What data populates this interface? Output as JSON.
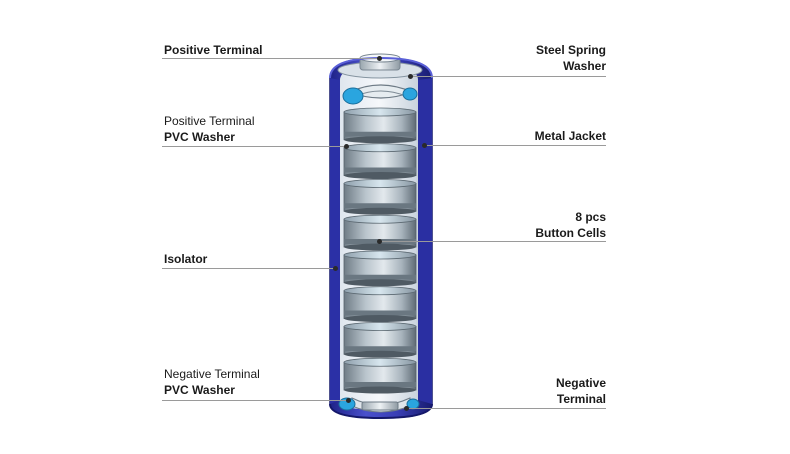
{
  "labels": {
    "positive_terminal": "Positive Terminal",
    "positive_pvc_washer_line1": "Positive Terminal",
    "positive_pvc_washer_line2": "PVC Washer",
    "isolator": "Isolator",
    "negative_pvc_washer_line1": "Negative Terminal",
    "negative_pvc_washer_line2": "PVC Washer",
    "steel_spring_line1": "Steel Spring",
    "steel_spring_line2": "Washer",
    "metal_jacket": "Metal Jacket",
    "button_cells_line1": "8 pcs",
    "button_cells_line2": "Button Cells",
    "negative_terminal_line1": "Negative",
    "negative_terminal_line2": "Terminal"
  },
  "colors": {
    "jacket_blue": "#3b3fb8",
    "jacket_dark": "#20248a",
    "cell_grey": "#8a969f",
    "cell_light": "#c9d3da",
    "accent_cyan": "#28a8e0"
  }
}
